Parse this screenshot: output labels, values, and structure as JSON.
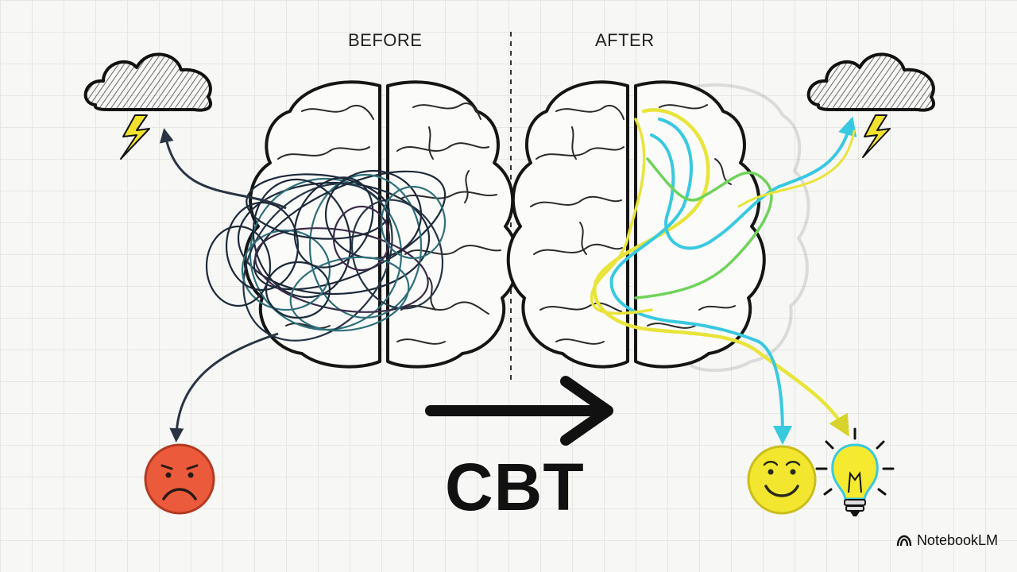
{
  "labels": {
    "before": "BEFORE",
    "after": "AFTER",
    "center": "CBT"
  },
  "brand": {
    "name": "NotebookLM",
    "icon": "notebooklm-logo-icon"
  },
  "icons": {
    "left_trigger": "storm-cloud-icon",
    "left_outcome": "sad-face-icon",
    "right_trigger": "storm-cloud-icon",
    "right_outcome_1": "happy-face-icon",
    "right_outcome_2": "lightbulb-icon",
    "transition": "right-arrow-icon"
  },
  "colors": {
    "tangle_dark": "#1d2a3a",
    "tangle_teal": "#2f6f7a",
    "path_yellow": "#e9e43a",
    "path_cyan": "#38c9e0",
    "path_green": "#6fd35a",
    "sad_face": "#ec5a3c",
    "happy_face": "#f2e72e",
    "cloud": "#4a4a4a"
  }
}
